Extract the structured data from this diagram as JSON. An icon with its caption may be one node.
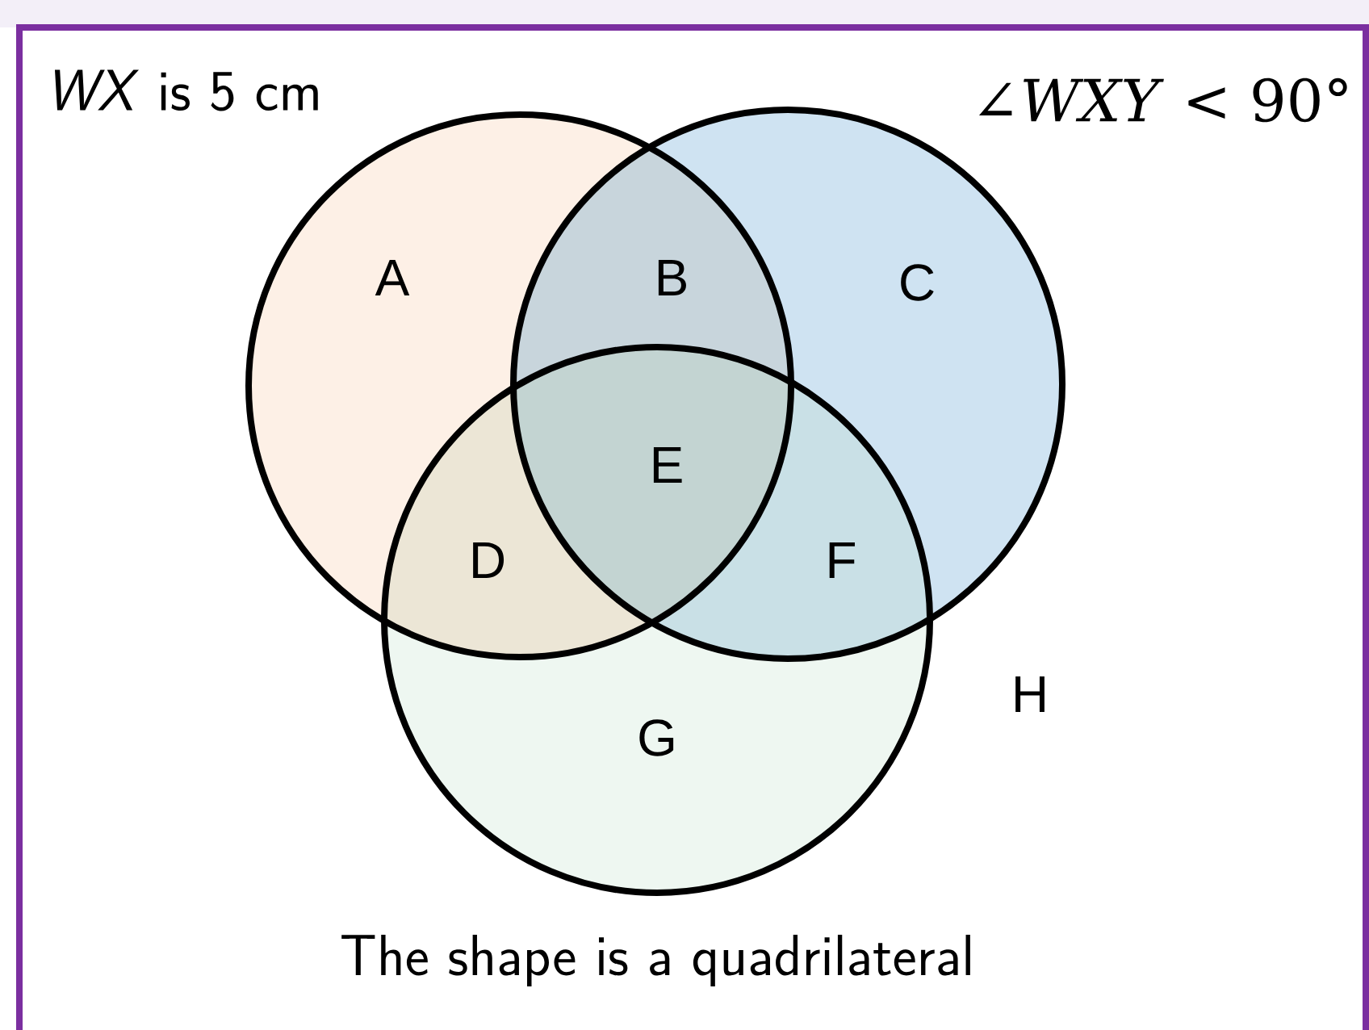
{
  "diagram": {
    "nodes": [
      {
        "text": [
          "*WX* is 5 cm"
        ]
      },
      {
        "text": [
          "∠*WXY* < 90°"
        ]
      },
      {
        "text": [
          "The shape is a quadrilateral"
        ]
      }
    ],
    "labels": [
      "A",
      "B",
      "C",
      "E",
      "D",
      "F",
      "H",
      "G"
    ]
  }
}
